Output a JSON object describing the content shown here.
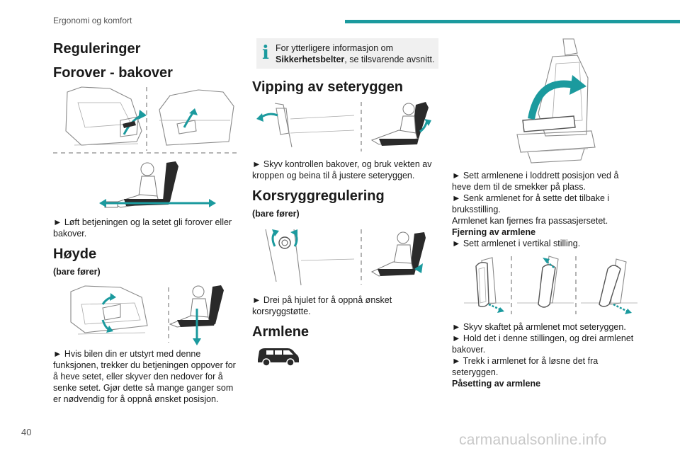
{
  "header": {
    "section": "Ergonomi og komfort",
    "accent_color": "#1b9a9e"
  },
  "page_number": "40",
  "watermark": "carmanualsonline.info",
  "left": {
    "title": "Reguleringer",
    "forward_heading": "Forover - bakover",
    "forward_text": "► Løft betjeningen og la setet gli forover eller bakover.",
    "height_heading": "Høyde",
    "height_sub": "(bare fører)",
    "height_text": "► Hvis bilen din er utstyrt med denne funksjonen, trekker du betjeningen oppover for å heve setet, eller skyver den nedover for å senke setet. Gjør dette så mange ganger som er nødvendig for å oppnå ønsket posisjon."
  },
  "middle": {
    "info_pre": "For ytterligere informasjon om ",
    "info_bold": "Sikkerhetsbelter",
    "info_post": ", se tilsvarende avsnitt.",
    "recline_heading": "Vipping av seteryggen",
    "recline_text": "► Skyv kontrollen bakover, og bruk vekten av kroppen og beina til å justere seteryggen.",
    "lumbar_heading": "Korsryggregulering",
    "lumbar_sub": "(bare fører)",
    "lumbar_text": "► Drei på hjulet for å oppnå ønsket korsryggstøtte.",
    "armrest_heading": "Armlene"
  },
  "right": {
    "p1": "► Sett armlenene i loddrett posisjon ved å heve dem til de smekker på plass.",
    "p2": "► Senk armlenet for å sette det tilbake i bruksstilling.",
    "p3": "Armlenet kan fjernes fra passasjersetet.",
    "removal_heading": "Fjerning av armlene",
    "p4": "► Sett armlenet i vertikal stilling.",
    "p5": "► Skyv skaftet på armlenet mot seteryggen.",
    "p6": "► Hold det i denne stillingen, og drei armlenet bakover.",
    "p7": "► Trekk i armlenet for å løsne det fra seteryggen.",
    "fitting_heading": "Påsetting av armlene"
  }
}
